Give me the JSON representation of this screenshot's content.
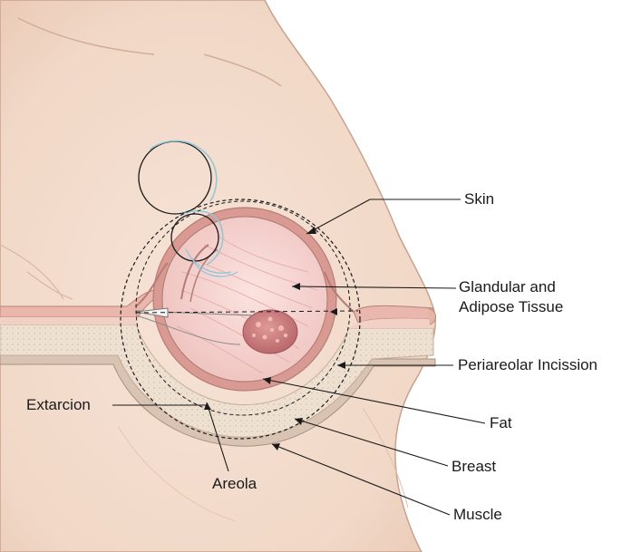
{
  "labels": {
    "skin": "Skin",
    "glandular_line1": "Glandular and",
    "glandular_line2": "Adipose Tissue",
    "periareolar": "Periareolar Incission",
    "fat": "Fat",
    "breast": "Breast",
    "muscle": "Muscle",
    "extarcion": "Extarcion",
    "areola": "Areola"
  },
  "colors": {
    "skin_tone": "#f3dccd",
    "skin_shadow": "#e8c6b2",
    "outline": "#b98b78",
    "muscle_layer": "#d99a94",
    "fat_layer": "#efe0cf",
    "gland_tissue": "#f6d3cf",
    "tumor": "#c9787a",
    "instrument_blue": "#8fc6d8",
    "leader_line": "#1a1a1a"
  }
}
